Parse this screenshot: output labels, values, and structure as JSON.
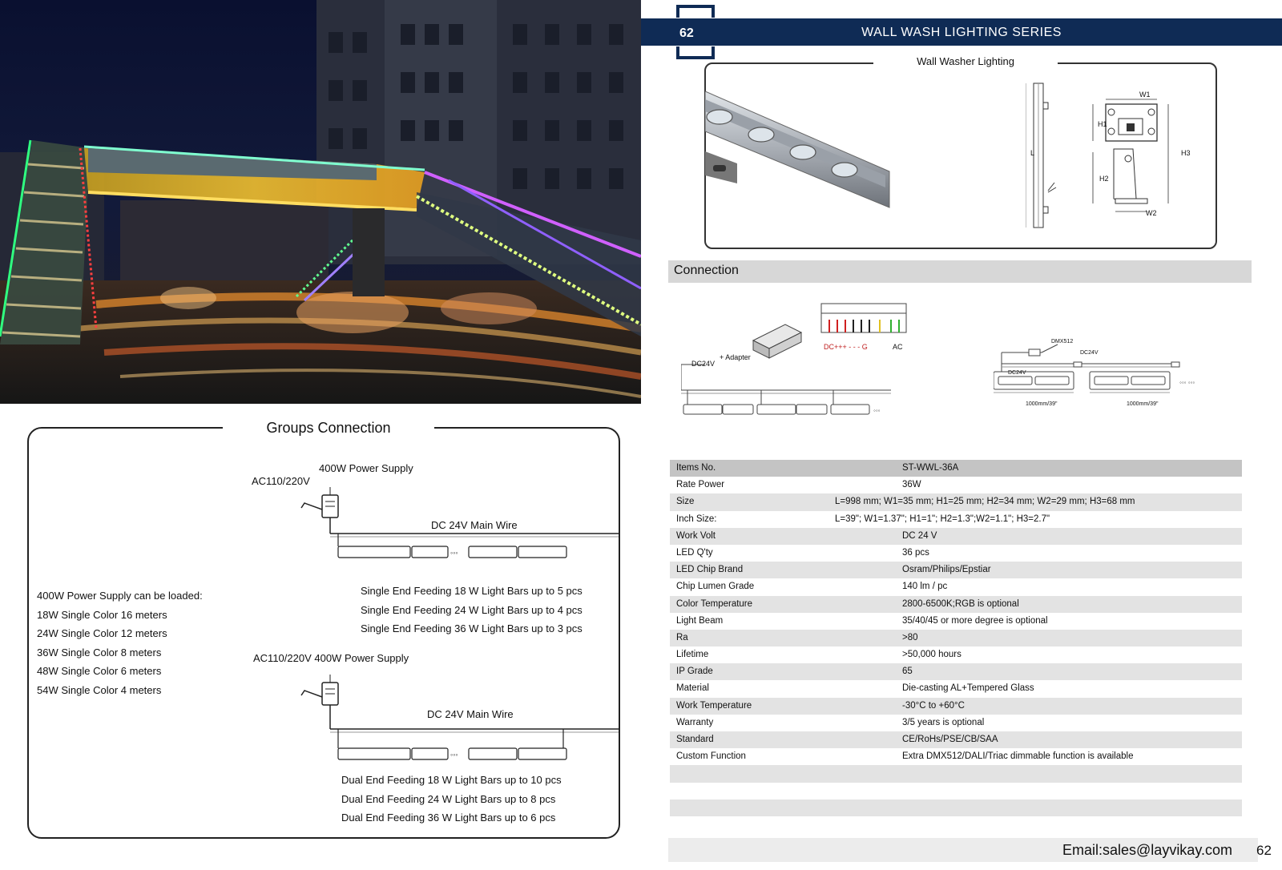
{
  "colors": {
    "header_bar": "#0f2b55",
    "connection_bar": "#d7d7d7",
    "row_alt": "#e3e3e3"
  },
  "groups": {
    "title": "Groups Connection",
    "loads": {
      "heading": "400W Power Supply can be loaded:",
      "items": [
        "18W Single Color 16 meters",
        "24W Single Color 12 meters",
        "36W Single Color 8 meters",
        "48W Single Color 6 meters",
        "54W Single Color 4 meters"
      ]
    },
    "single": {
      "ac_label": "AC110/220V",
      "ps_label": "400W Power Supply",
      "wire_label": "DC 24V Main Wire",
      "lines": [
        "Single End Feeding 18 W Light Bars up to 5 pcs",
        "Single End Feeding 24 W Light Bars up to 4 pcs",
        "Single End Feeding 36 W Light Bars up to 3 pcs"
      ]
    },
    "dual": {
      "ac_ps_label": "AC110/220V 400W Power Supply",
      "wire_label": "DC 24V Main Wire",
      "lines": [
        "Dual End Feeding 18 W Light Bars up to 10 pcs",
        "Dual End Feeding 24 W Light Bars up to 8 pcs",
        "Dual End Feeding 36 W Light Bars up to 6 pcs"
      ]
    }
  },
  "header": {
    "page_number": "62",
    "series": "WALL WASH LIGHTING SERIES"
  },
  "product": {
    "title": "Wall Washer Lighting",
    "dims": {
      "w1": "W1",
      "w2": "W2",
      "h1": "H1",
      "h2": "H2",
      "h3": "H3",
      "l": "L"
    }
  },
  "connection": {
    "title": "Connection",
    "adapter_label": "+ Adapter",
    "dc_left": "DC24V",
    "dc_terminal": "DC+++ - - - G",
    "ac_terminal": "AC",
    "dmx_label": "DMX512",
    "dc_right_a": "DC24V",
    "dc_right_b": "DC24V",
    "length_a": "1000mm/39\"",
    "length_b": "1000mm/39\""
  },
  "specs": [
    {
      "label": "Items No.",
      "value": "ST-WWL-36A"
    },
    {
      "label": "Rate  Power",
      "value": "36W"
    },
    {
      "label": "Size",
      "value": "L=998 mm; W1=35 mm; H1=25 mm; H2=34 mm; W2=29 mm; H3=68 mm"
    },
    {
      "label": "Inch Size:",
      "value": "L=39\"; W1=1.37\"; H1=1\"; H2=1.3\";W2=1.1\"; H3=2.7\""
    },
    {
      "label": "Work Volt",
      "value": "DC 24 V"
    },
    {
      "label": "LED Q'ty",
      "value": "36 pcs"
    },
    {
      "label": "LED Chip Brand",
      "value": "Osram/Philips/Epstiar"
    },
    {
      "label": "Chip Lumen Grade",
      "value": "140 lm / pc"
    },
    {
      "label": "Color Temperature",
      "value": "2800-6500K;RGB is optional"
    },
    {
      "label": "Light Beam",
      "value": "35/40/45 or more degree is optional"
    },
    {
      "label": "Ra",
      "value": ">80"
    },
    {
      "label": "Lifetime",
      "value": ">50,000 hours"
    },
    {
      "label": "IP Grade",
      "value": "65"
    },
    {
      "label": "Material",
      "value": "Die-casting AL+Tempered Glass"
    },
    {
      "label": "Work Temperature",
      "value": "-30°C to +60°C"
    },
    {
      "label": "Warranty",
      "value": "3/5 years is optional"
    },
    {
      "label": "Standard",
      "value": "CE/RoHs/PSE/CB/SAA"
    },
    {
      "label": "Custom Function",
      "value": "Extra DMX512/DALI/Triac dimmable function is available"
    },
    {
      "label": "",
      "value": ""
    },
    {
      "label": "",
      "value": ""
    },
    {
      "label": "",
      "value": ""
    },
    {
      "label": "",
      "value": ""
    }
  ],
  "footer": {
    "email": "Email:sales@layvikay.com",
    "page_number": "62"
  }
}
